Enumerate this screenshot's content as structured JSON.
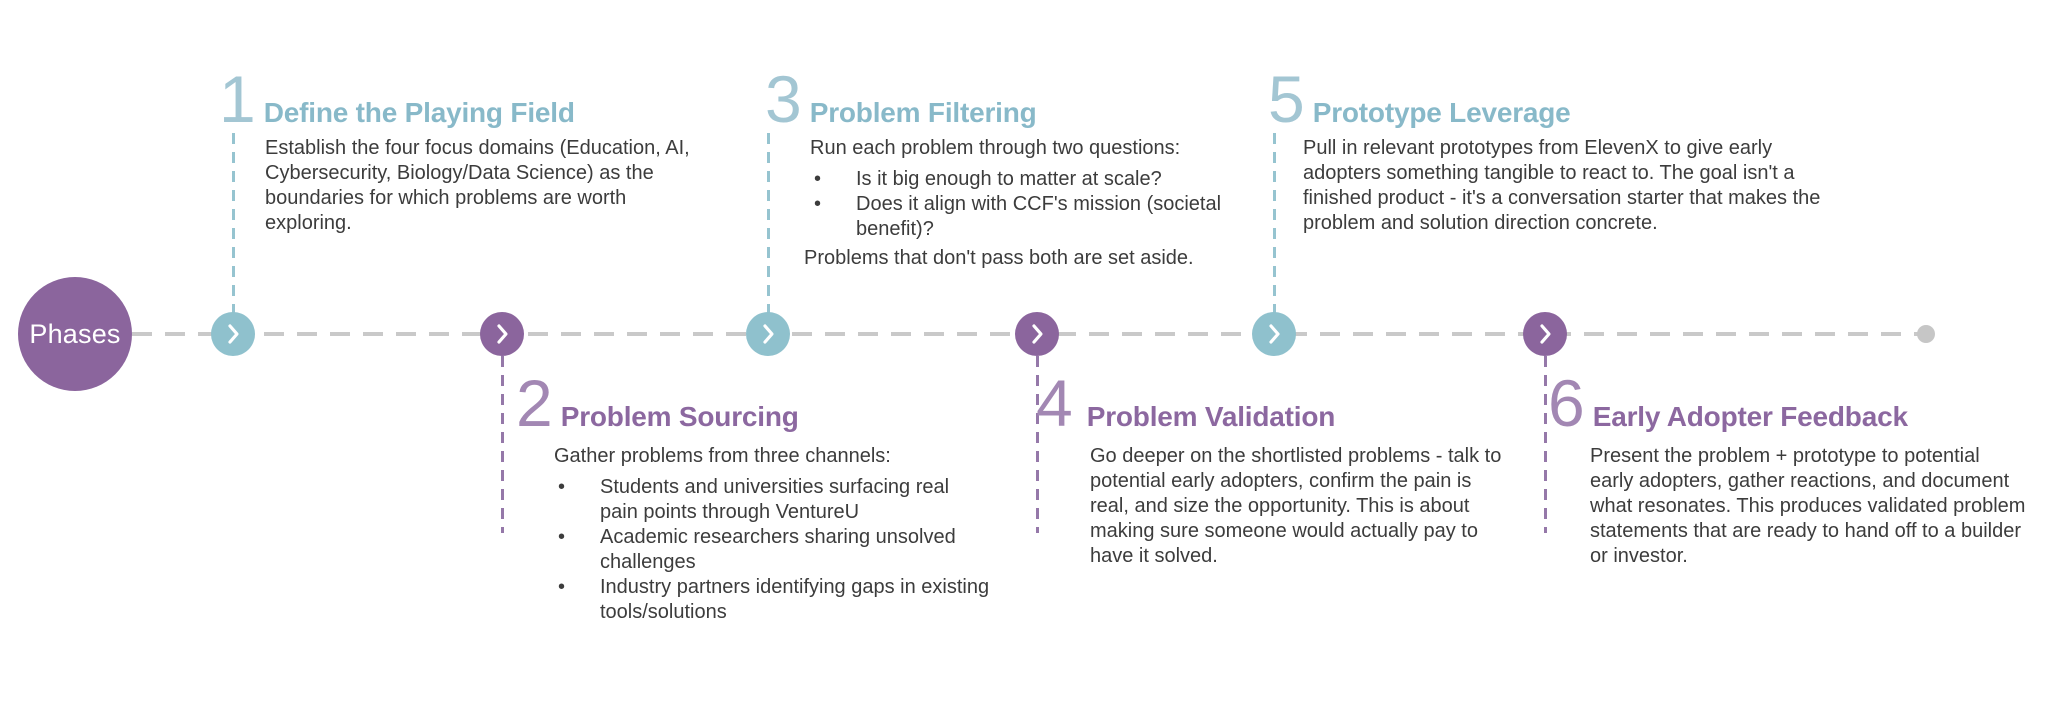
{
  "timeline": {
    "label": "Phases"
  },
  "colors": {
    "purple": "#8b659d",
    "teal": "#8fc1cd",
    "teal_title": "#88b9c9",
    "teal_number": "#a3c6d3",
    "purple_title": "#8c68a0",
    "purple_number": "#a287b3",
    "connector_gray": "#c9c9c9",
    "dash_teal": "#96c4d0",
    "dash_purple": "#9578a9",
    "end_dot": "#c6c6c6",
    "body_text": "#3c3c3c",
    "label_text": "#ffffff"
  },
  "phases": [
    {
      "num": "1",
      "title": "Define the Playing Field",
      "body": "Establish the four focus domains (Education, AI, Cybersecurity, Biology/Data Science) as the boundaries for which problems are worth exploring.",
      "position": "above",
      "accent": "teal"
    },
    {
      "num": "2",
      "title": "Problem Sourcing",
      "intro": "Gather problems from three channels:",
      "bullets": [
        "Students and universities surfacing real pain points through VentureU",
        "Academic researchers sharing unsolved challenges",
        "Industry partners identifying gaps in existing tools/solutions"
      ],
      "position": "below",
      "accent": "purple"
    },
    {
      "num": "3",
      "title": "Problem Filtering",
      "intro": "Run each problem through two questions:",
      "bullets": [
        "Is it big enough to matter at scale?",
        "Does it align with CCF's mission (societal benefit)?"
      ],
      "footer": "Problems that don't pass both are set aside.",
      "position": "above",
      "accent": "teal"
    },
    {
      "num": "4",
      "title": "Problem Validation",
      "body": "Go deeper on the shortlisted problems - talk to potential early adopters, confirm the pain is real, and size the opportunity. This is about making sure someone would actually pay to have it solved.",
      "position": "below",
      "accent": "purple"
    },
    {
      "num": "5",
      "title": "Prototype Leverage",
      "body": "Pull in relevant prototypes from ElevenX to give early adopters something tangible to react to. The goal isn't a finished product - it's a conversation starter that makes the problem and solution direction concrete.",
      "position": "above",
      "accent": "teal"
    },
    {
      "num": "6",
      "title": "Early Adopter Feedback",
      "body": "Present the problem + prototype to potential early adopters, gather reactions, and document what resonates. This produces validated problem statements that are ready to hand off to a builder or investor.",
      "position": "below",
      "accent": "purple"
    }
  ]
}
